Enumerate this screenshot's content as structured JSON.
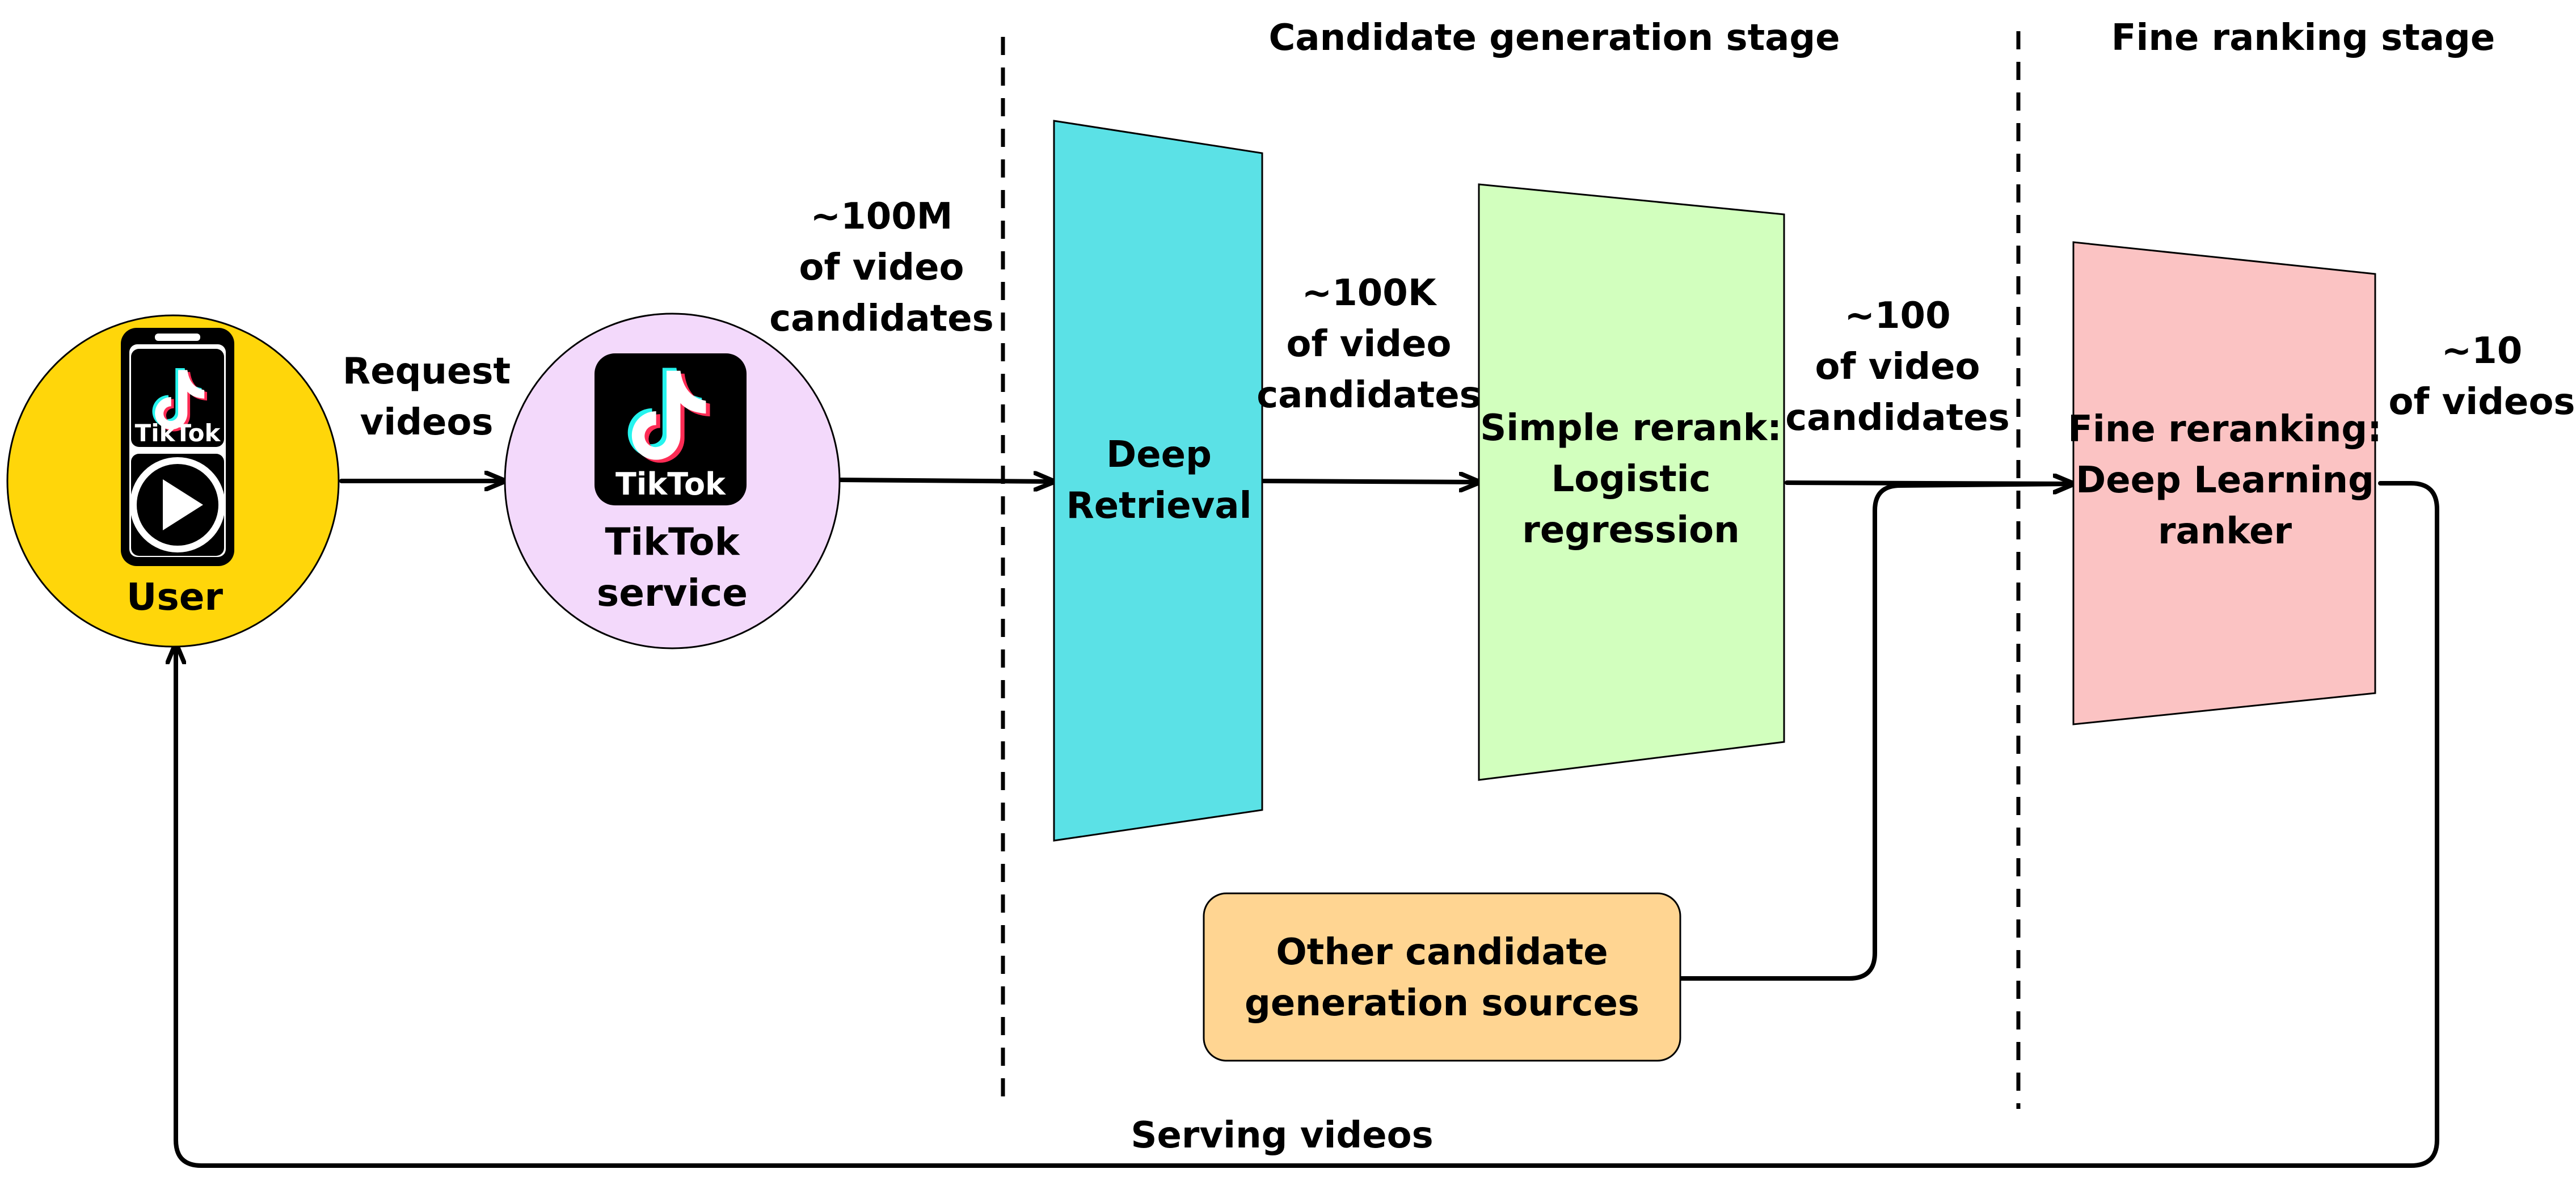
{
  "stages": {
    "candidate_generation": "Candidate generation stage",
    "fine_ranking": "Fine ranking stage"
  },
  "user": {
    "label": "User",
    "phone_app_text": "TikTok",
    "color": "#FFD60A"
  },
  "service": {
    "logo_text": "TikTok",
    "label_line1": "TikTok",
    "label_line2": "service",
    "color": "#F3D9FB"
  },
  "edges": {
    "request": [
      "Request",
      "videos"
    ],
    "candidates_100m": [
      "~100M",
      "of video",
      "candidates"
    ],
    "candidates_100k": [
      "~100K",
      "of video",
      "candidates"
    ],
    "candidates_100": [
      "~100",
      "of video",
      "candidates"
    ],
    "videos_10": [
      "~10",
      "of videos"
    ],
    "serving": "Serving videos"
  },
  "boxes": {
    "deep_retrieval": {
      "lines": [
        "Deep",
        "Retrieval"
      ],
      "color": "#5BE1E6"
    },
    "simple_rerank": {
      "lines": [
        "Simple rerank:",
        "Logistic",
        "regression"
      ],
      "color": "#D2FFBE"
    },
    "fine_reranking": {
      "lines": [
        "Fine reranking:",
        "Deep Learning",
        "ranker"
      ],
      "color": "#FBC3C3"
    },
    "other_sources": {
      "lines": [
        "Other candidate",
        "generation sources"
      ],
      "color": "#FFD592"
    }
  },
  "icons": {
    "play": "play-button-icon",
    "tiktok_note": "tiktok-note-icon",
    "phone": "smartphone-icon"
  }
}
